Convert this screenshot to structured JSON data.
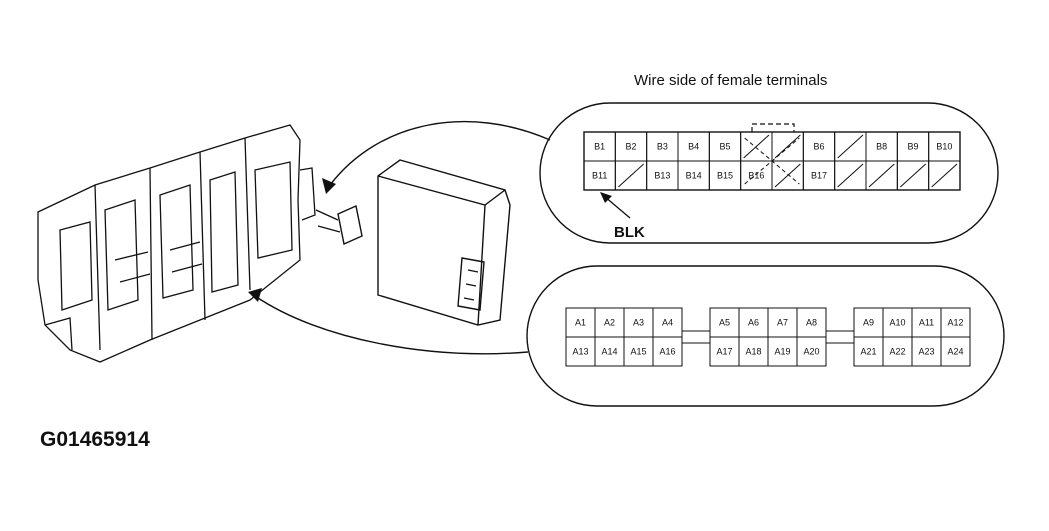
{
  "heading": "Wire side of female terminals",
  "figure_id": "G01465914",
  "wire_color_label": "BLK",
  "connector_b": {
    "top_row": [
      "B1",
      "B2",
      "B3",
      "B4",
      "B5",
      "",
      "",
      "B6",
      "",
      "B8",
      "B9",
      "B10"
    ],
    "bottom_row": [
      "B11",
      "",
      "B13",
      "B14",
      "B15",
      "B16",
      "",
      "B17",
      "",
      "",
      "",
      ""
    ]
  },
  "connector_a": {
    "groups": [
      {
        "top": [
          "A1",
          "A2",
          "A3",
          "A4"
        ],
        "bottom": [
          "A13",
          "A14",
          "A15",
          "A16"
        ]
      },
      {
        "top": [
          "A5",
          "A6",
          "A7",
          "A8"
        ],
        "bottom": [
          "A17",
          "A18",
          "A19",
          "A20"
        ]
      },
      {
        "top": [
          "A9",
          "A10",
          "A11",
          "A12"
        ],
        "bottom": [
          "A21",
          "A22",
          "A23",
          "A24"
        ]
      }
    ]
  }
}
